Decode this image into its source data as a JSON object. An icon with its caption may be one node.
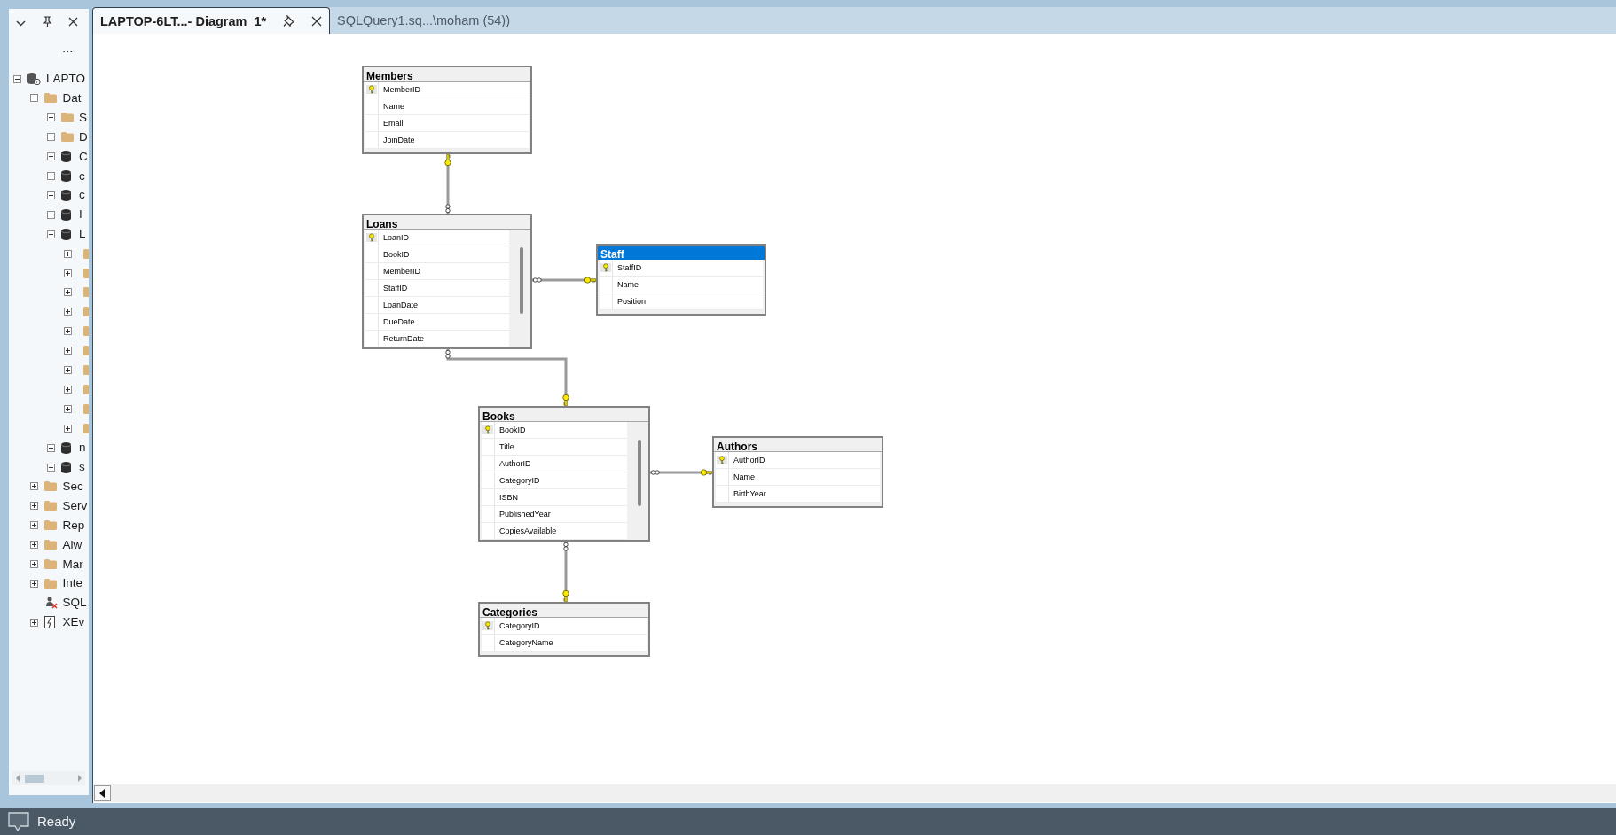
{
  "diagram": {
    "nodes": [
      {
        "text": [
          "Members",
          "MemberID",
          "Name",
          "Email",
          "JoinDate"
        ]
      },
      {
        "text": [
          "Loans",
          "LoanID",
          "BookID",
          "MemberID",
          "StaffID",
          "LoanDate",
          "DueDate",
          "ReturnDate"
        ]
      },
      {
        "text": [
          "Staff",
          "StaffID",
          "Name",
          "Position"
        ]
      },
      {
        "text": [
          "Books",
          "BookID",
          "Title",
          "AuthorID",
          "CategoryID",
          "ISBN",
          "PublishedYear",
          "CopiesAvailable"
        ]
      },
      {
        "text": [
          "Authors",
          "AuthorID",
          "Name",
          "BirthYear"
        ]
      },
      {
        "text": [
          "Categories",
          "CategoryID",
          "CategoryName"
        ]
      }
    ],
    "edges": [
      {
        "from": 0,
        "to": 1,
        "arrow": "other"
      },
      {
        "from": 2,
        "to": 1,
        "arrow": "other"
      },
      {
        "from": 3,
        "to": 1,
        "arrow": "other"
      },
      {
        "from": 4,
        "to": 3,
        "arrow": "other"
      },
      {
        "from": 5,
        "to": 3,
        "arrow": "other"
      }
    ],
    "labels": [
      "...",
      "LAPTO",
      "Dat",
      "S",
      "D",
      "C",
      "c",
      "c",
      "I",
      "L",
      "n",
      "s",
      "Sec",
      "Serv",
      "Rep",
      "Alw",
      "Mar",
      "Inte",
      "SQL",
      "XEv",
      "LAPTOP-6LT...- Diagram_1*",
      "SQLQuery1.sq...\\moham (54))",
      "Ready"
    ]
  }
}
